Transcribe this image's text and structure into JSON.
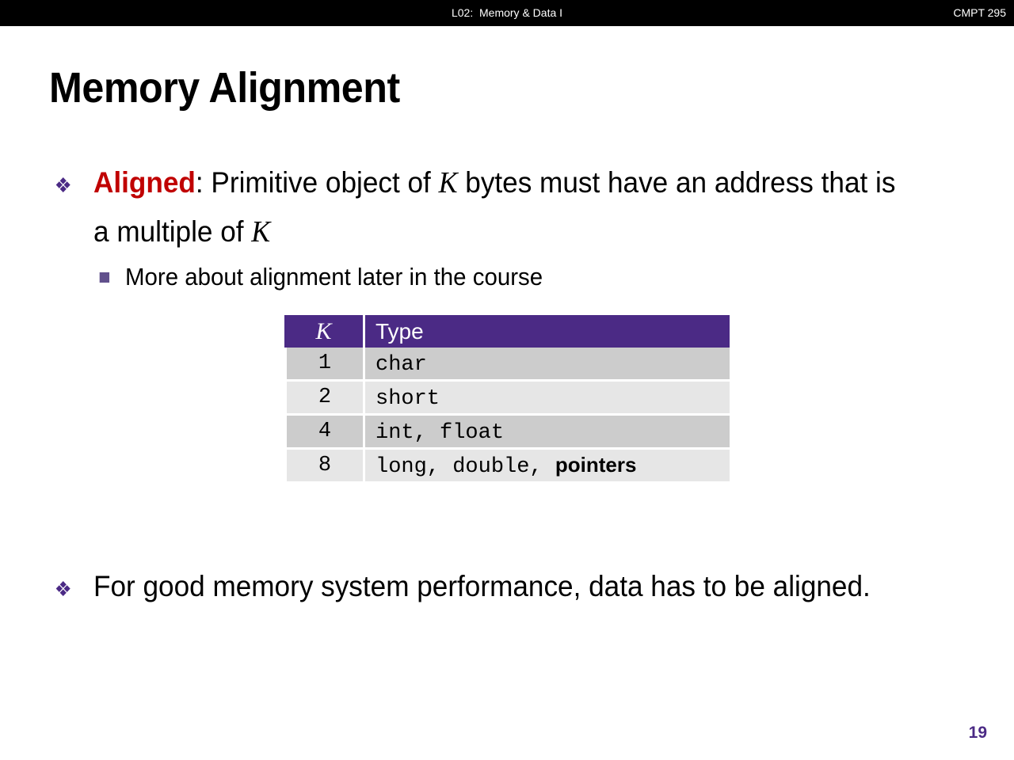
{
  "banner": {
    "lecture": "L02:  Memory & Data I",
    "course": "CMPT 295"
  },
  "slide": {
    "title": "Memory Alignment",
    "number": "19"
  },
  "bullets": {
    "b1": {
      "marker": "diamond-bullet",
      "marker_glyph": "❖",
      "keyword": "Aligned",
      "keyword_color": "#C00000",
      "text_after_keyword": ":  Primitive object of ",
      "var1": "K",
      "text_mid": " bytes must have an address that is a multiple of ",
      "var2": "K"
    },
    "b2": {
      "marker": "square-bullet",
      "text": "More about alignment later in the course"
    },
    "b3": {
      "marker": "diamond-bullet",
      "marker_glyph": "❖",
      "text": "For good memory system performance, data has to be aligned."
    }
  },
  "table": {
    "headers": {
      "k": "K",
      "type": "Type"
    },
    "header_bg": "#4B2A85",
    "row_bg_odd": "#CCCCCC",
    "row_bg_even": "#E6E6E6",
    "rows": [
      {
        "k": "1",
        "type_mono": "char",
        "type_sans": ""
      },
      {
        "k": "2",
        "type_mono": "short",
        "type_sans": ""
      },
      {
        "k": "4",
        "type_mono": "int, float",
        "type_sans": ""
      },
      {
        "k": "8",
        "type_mono": "long, double, ",
        "type_sans": "pointers"
      }
    ]
  }
}
